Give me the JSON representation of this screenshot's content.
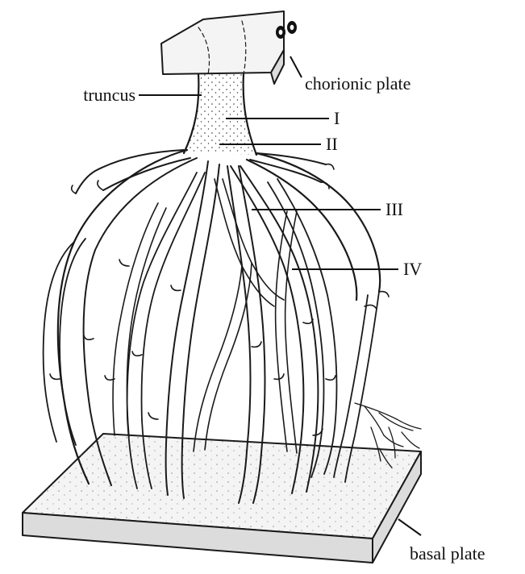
{
  "labels": {
    "truncus": "truncus",
    "chorionic_plate": "chorionic plate",
    "branch_I": "I",
    "branch_II": "II",
    "branch_III": "III",
    "branch_IV": "IV",
    "basal_plate": "basal plate"
  }
}
